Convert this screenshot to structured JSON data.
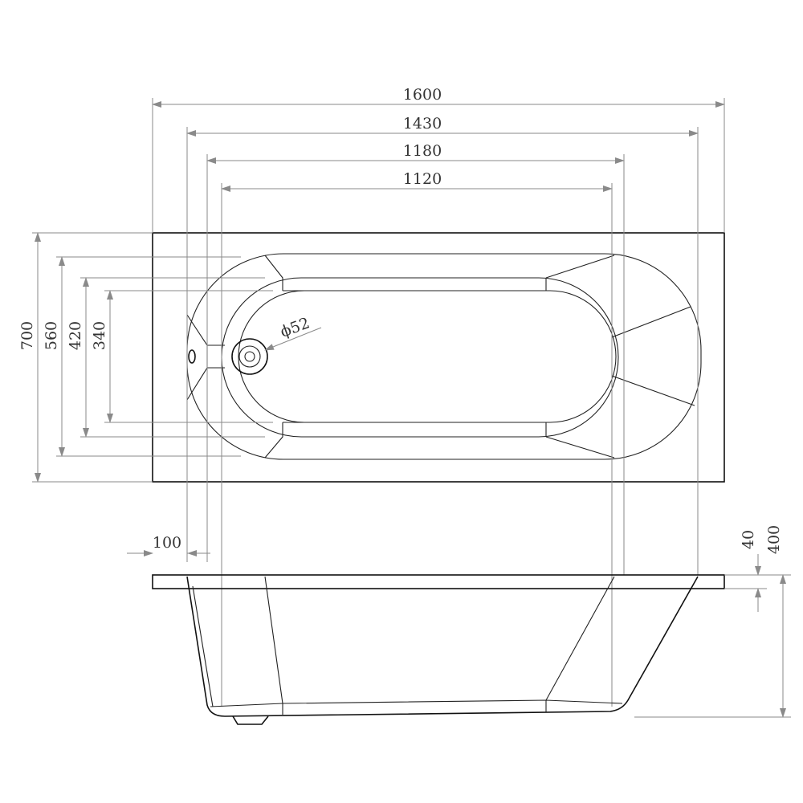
{
  "dimensions": {
    "overall_length": "1600",
    "outer_rim_length": "1430",
    "inner_length": "1180",
    "base_length": "1120",
    "overall_width": "700",
    "outer_rim_width": "560",
    "inner_width": "420",
    "base_width": "340",
    "drain_diameter": "ϕ52",
    "end_offset": "100",
    "rim_height": "40",
    "total_height": "400"
  },
  "colors": {
    "outline": "#111111",
    "dimension": "#8a8a8a",
    "text": "#333333"
  }
}
